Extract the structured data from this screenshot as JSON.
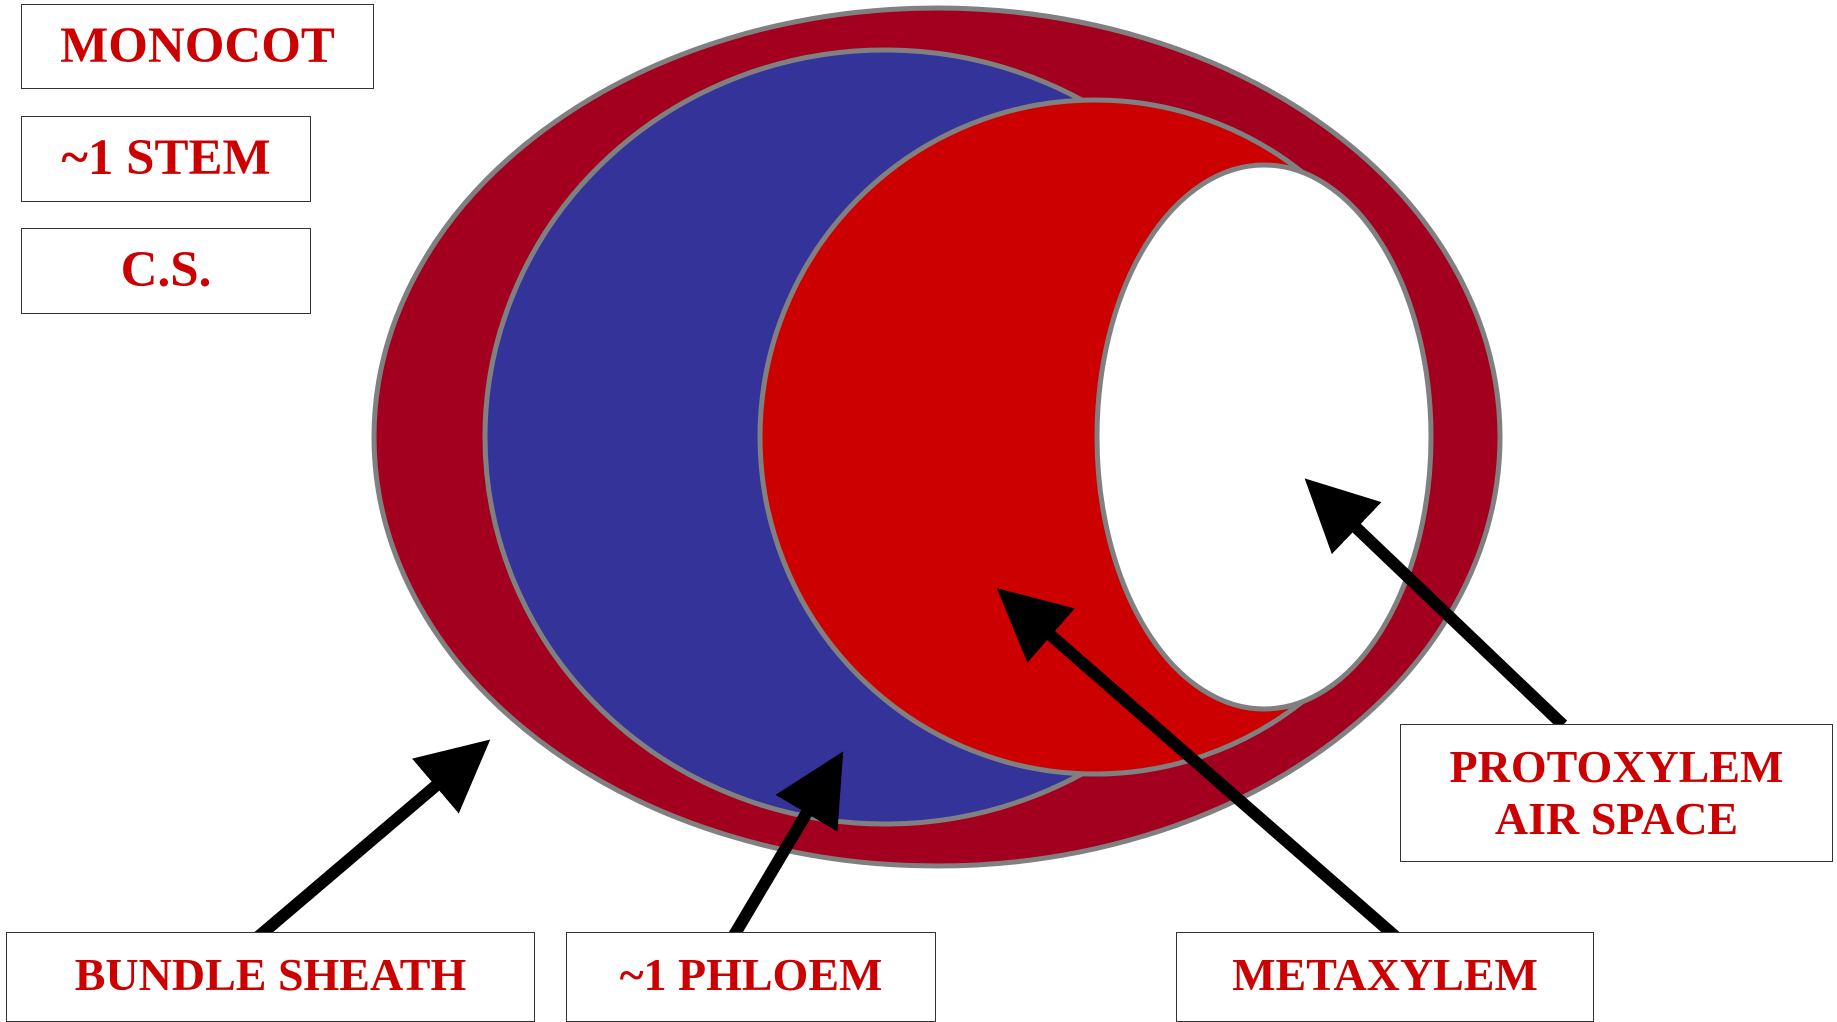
{
  "title_boxes": {
    "monocot": "MONOCOT",
    "stem": "~1 STEM",
    "cs": "C.S."
  },
  "labels": {
    "bundle_sheath": "BUNDLE SHEATH",
    "phloem": "~1 PHLOEM",
    "metaxylem": "METAXYLEM",
    "protoxylem_line1": "PROTOXYLEM",
    "protoxylem_line2": "AIR SPACE"
  },
  "colors": {
    "bundle_sheath": "#a30020",
    "phloem": "#343399",
    "metaxylem": "#cc0000",
    "protoxylem": "#ffffff",
    "outline": "#808080",
    "label_text": "#cc0000",
    "arrow": "#000000"
  }
}
